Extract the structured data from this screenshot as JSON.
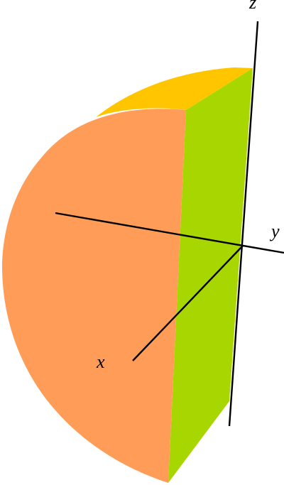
{
  "figure": {
    "axes": {
      "x_label": "x",
      "y_label": "y",
      "z_label": "z"
    },
    "colors": {
      "curved_face": "#FF9C57",
      "flat_face": "#A8D600",
      "top_face": "#FFC600",
      "axis": "#000000",
      "background": "#FFFFFF"
    }
  }
}
